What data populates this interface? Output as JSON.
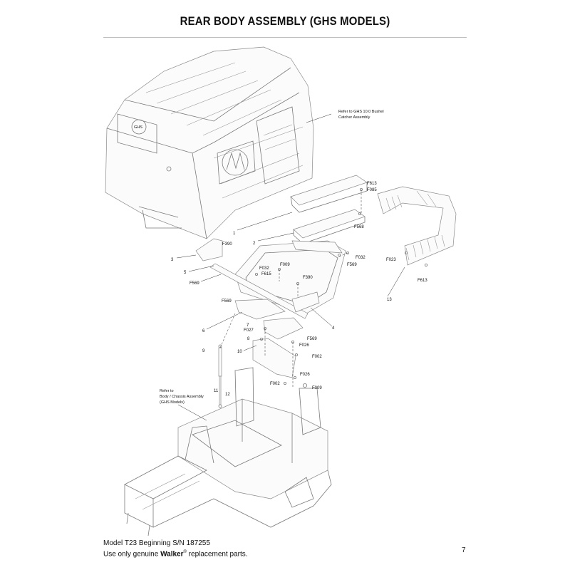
{
  "page": {
    "title": "REAR BODY ASSEMBLY (GHS MODELS)",
    "page_number": "7"
  },
  "footer": {
    "line1": "Model T23 Beginning S/N 187255",
    "line2_prefix": "Use only genuine ",
    "brand": "Walker",
    "registered": "®",
    "line2_suffix": " replacement parts."
  },
  "notes": {
    "ghs_ref_1": "Refer to GHS 10.0 Bushel",
    "ghs_ref_2": "Catcher Assembly",
    "body_ref_1": "Refer to",
    "body_ref_2": "Body / Chassis Assembly",
    "body_ref_3": "(GHS Models)"
  },
  "hopper_logo": "GHS",
  "callouts": {
    "c1": "1",
    "c2": "2",
    "c3": "3",
    "c4": "4",
    "c5": "5",
    "c6": "6",
    "c7": "7",
    "c8": "8",
    "c9": "9",
    "c10": "10",
    "c11": "11",
    "c12": "12",
    "c13": "13",
    "f613a": "F613",
    "f085": "F085",
    "f568": "F568",
    "f390a": "F390",
    "f032a": "F032",
    "f569a": "F569",
    "f023": "F023",
    "f613b": "F613",
    "f032b": "F032",
    "f615": "F615",
    "f009a": "F009",
    "f390b": "F390",
    "f569b": "F569",
    "f569c": "F569",
    "f027": "F027",
    "f569d": "F569",
    "f026a": "F026",
    "f002a": "F002",
    "f026b": "F026",
    "f002b": "F002",
    "f009b": "F009"
  }
}
